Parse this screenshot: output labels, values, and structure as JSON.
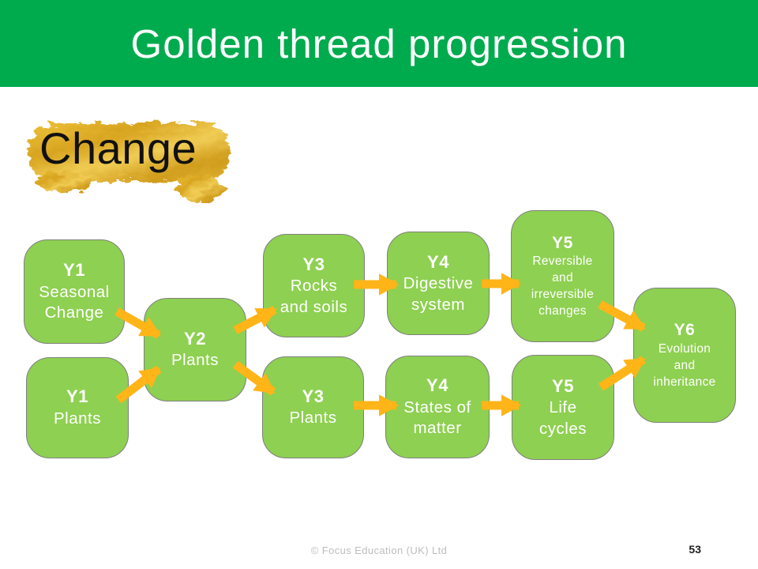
{
  "slide": {
    "header": {
      "title": "Golden thread progression"
    },
    "thread_label": "Change",
    "footer": {
      "copyright": "© Focus Education (UK) Ltd",
      "page_number": "53"
    }
  },
  "colors": {
    "header_green": "#00ab4e",
    "node_green": "#8ed051",
    "node_border_gray": "#7f7f7f",
    "arrow_gold": "#ffb418",
    "brush_gold_light": "#f1cd55",
    "brush_gold_dark": "#c9941b",
    "footer_gray": "#bdbdbd",
    "node_text": "#ffffff",
    "label_black": "#111111"
  },
  "diagram": {
    "nodes": [
      {
        "id": "y1-seasonal-change",
        "year": "Y1",
        "topic": "Seasonal\nChange"
      },
      {
        "id": "y1-plants",
        "year": "Y1",
        "topic": "Plants"
      },
      {
        "id": "y2-plants",
        "year": "Y2",
        "topic": "Plants"
      },
      {
        "id": "y3-rocks-and-soils",
        "year": "Y3",
        "topic": "Rocks\nand soils"
      },
      {
        "id": "y3-plants",
        "year": "Y3",
        "topic": "Plants"
      },
      {
        "id": "y4-digestive-system",
        "year": "Y4",
        "topic": "Digestive\nsystem"
      },
      {
        "id": "y4-states-of-matter",
        "year": "Y4",
        "topic": "States of\nmatter"
      },
      {
        "id": "y5-reversible-irreversible-changes",
        "year": "Y5",
        "topic": "Reversible\nand\nirreversible\nchanges"
      },
      {
        "id": "y5-life-cycles",
        "year": "Y5",
        "topic": "Life\ncycles"
      },
      {
        "id": "y6-evolution-inheritance",
        "year": "Y6",
        "topic": "Evolution\nand\ninheritance"
      }
    ],
    "connections": [
      {
        "from": "y1-seasonal-change",
        "to": "y2-plants"
      },
      {
        "from": "y1-plants",
        "to": "y2-plants"
      },
      {
        "from": "y2-plants",
        "to": "y3-rocks-and-soils"
      },
      {
        "from": "y2-plants",
        "to": "y3-plants"
      },
      {
        "from": "y3-rocks-and-soils",
        "to": "y4-digestive-system"
      },
      {
        "from": "y3-plants",
        "to": "y4-states-of-matter"
      },
      {
        "from": "y4-digestive-system",
        "to": "y5-reversible-irreversible-changes"
      },
      {
        "from": "y4-states-of-matter",
        "to": "y5-life-cycles"
      },
      {
        "from": "y5-reversible-irreversible-changes",
        "to": "y6-evolution-inheritance"
      },
      {
        "from": "y5-life-cycles",
        "to": "y6-evolution-inheritance"
      }
    ]
  }
}
